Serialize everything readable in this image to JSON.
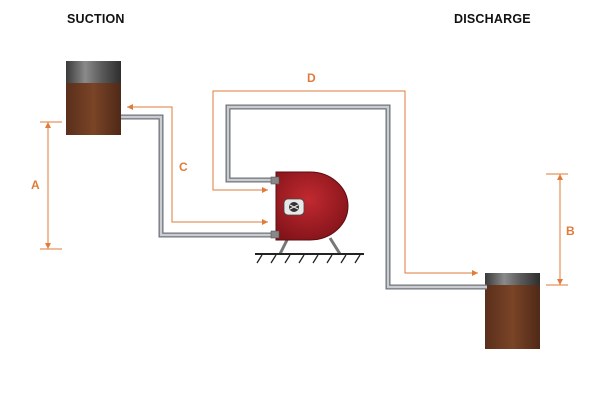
{
  "titles": {
    "suction": "SUCTION",
    "discharge": "DISCHARGE"
  },
  "dimensions": {
    "a": "A",
    "b": "B",
    "c": "C",
    "d": "D"
  },
  "colors": {
    "accent": "#e07b39",
    "pump_body": "#9e1b22",
    "pipe": "#9a9ea3",
    "tank": "#6b3a22",
    "ground": "#222222"
  },
  "icons": {
    "pump_logo": "pump-logo-icon"
  }
}
